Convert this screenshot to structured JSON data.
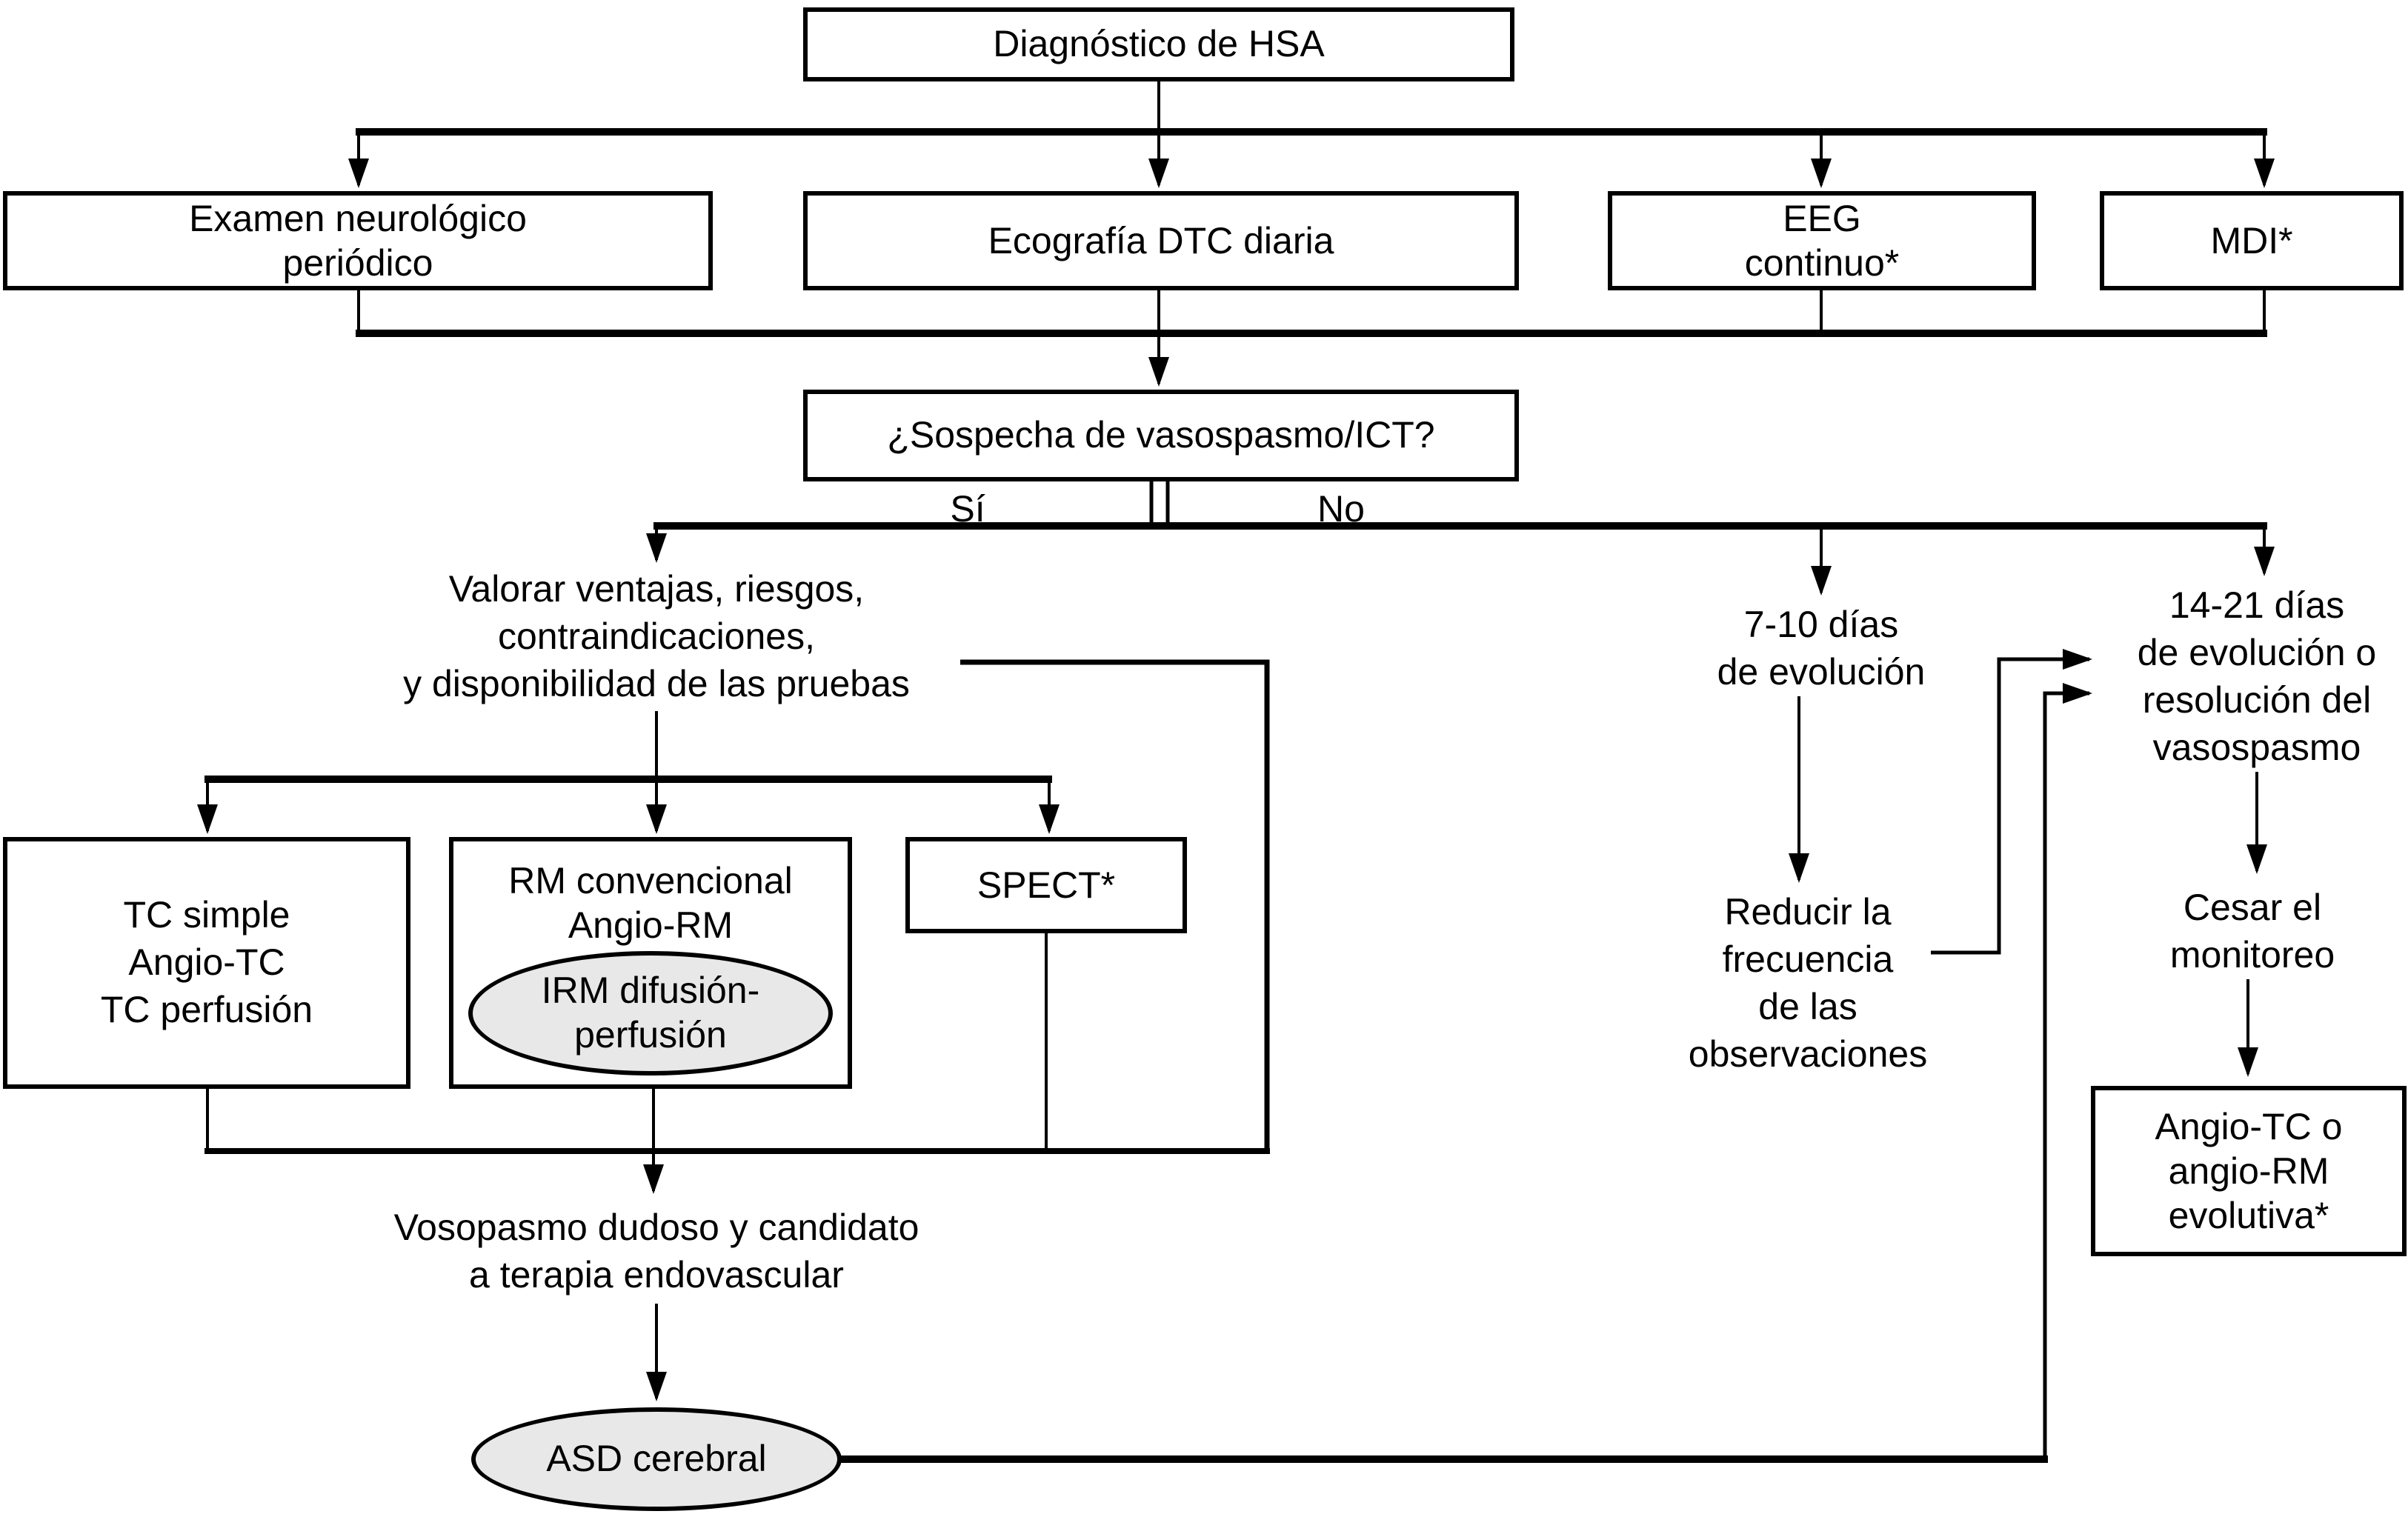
{
  "diagram_title": "Diagnóstico de HSA",
  "colors": {
    "line": "#000000",
    "ellipse_fill": "#e8e8e8",
    "box_fill": "#ffffff",
    "background": "#ffffff",
    "text": "#000000"
  },
  "nodes": {
    "diagnostico": {
      "label": "Diagnóstico de HSA",
      "shape": "rect"
    },
    "examen": {
      "label": "Examen neurológico\nperiódico",
      "shape": "rect"
    },
    "ecografia": {
      "label": "Ecografía DTC diaria",
      "shape": "rect"
    },
    "eeg": {
      "label": "EEG\ncontinuo*",
      "shape": "rect"
    },
    "mdi": {
      "label": "MDI*",
      "shape": "rect"
    },
    "sospecha": {
      "label": "¿Sospecha de vasospasmo/ICT?",
      "shape": "rect"
    },
    "valorar": {
      "label": "Valorar ventajas, riesgos,\ncontraindicaciones,\ny disponibilidad de las pruebas",
      "shape": "text"
    },
    "tc": {
      "label": "TC simple\nAngio-TC\nTC perfusión",
      "shape": "rect"
    },
    "rm": {
      "label": "RM convencional\nAngio-RM",
      "shape": "rect"
    },
    "irm": {
      "label": "IRM difusión-\nperfusión",
      "shape": "ellipse"
    },
    "spect": {
      "label": "SPECT*",
      "shape": "rect"
    },
    "vosopasmo": {
      "label": "Vosopasmo dudoso y candidato\na terapia endovascular",
      "shape": "text"
    },
    "asd": {
      "label": "ASD cerebral",
      "shape": "ellipse"
    },
    "dias710": {
      "label": "7-10 días\nde evolución",
      "shape": "text"
    },
    "reducir": {
      "label": "Reducir la\nfrecuencia\nde las\nobservaciones",
      "shape": "text"
    },
    "dias1421": {
      "label": "14-21 días\nde evolución o\nresolución del\nvasospasmo",
      "shape": "text"
    },
    "cesar": {
      "label": "Cesar el\nmonitoreo",
      "shape": "text"
    },
    "angio": {
      "label": "Angio-TC o\nangio-RM\nevolutiva*",
      "shape": "rect"
    }
  },
  "branch_labels": {
    "yes": "Sí",
    "no": "No"
  }
}
